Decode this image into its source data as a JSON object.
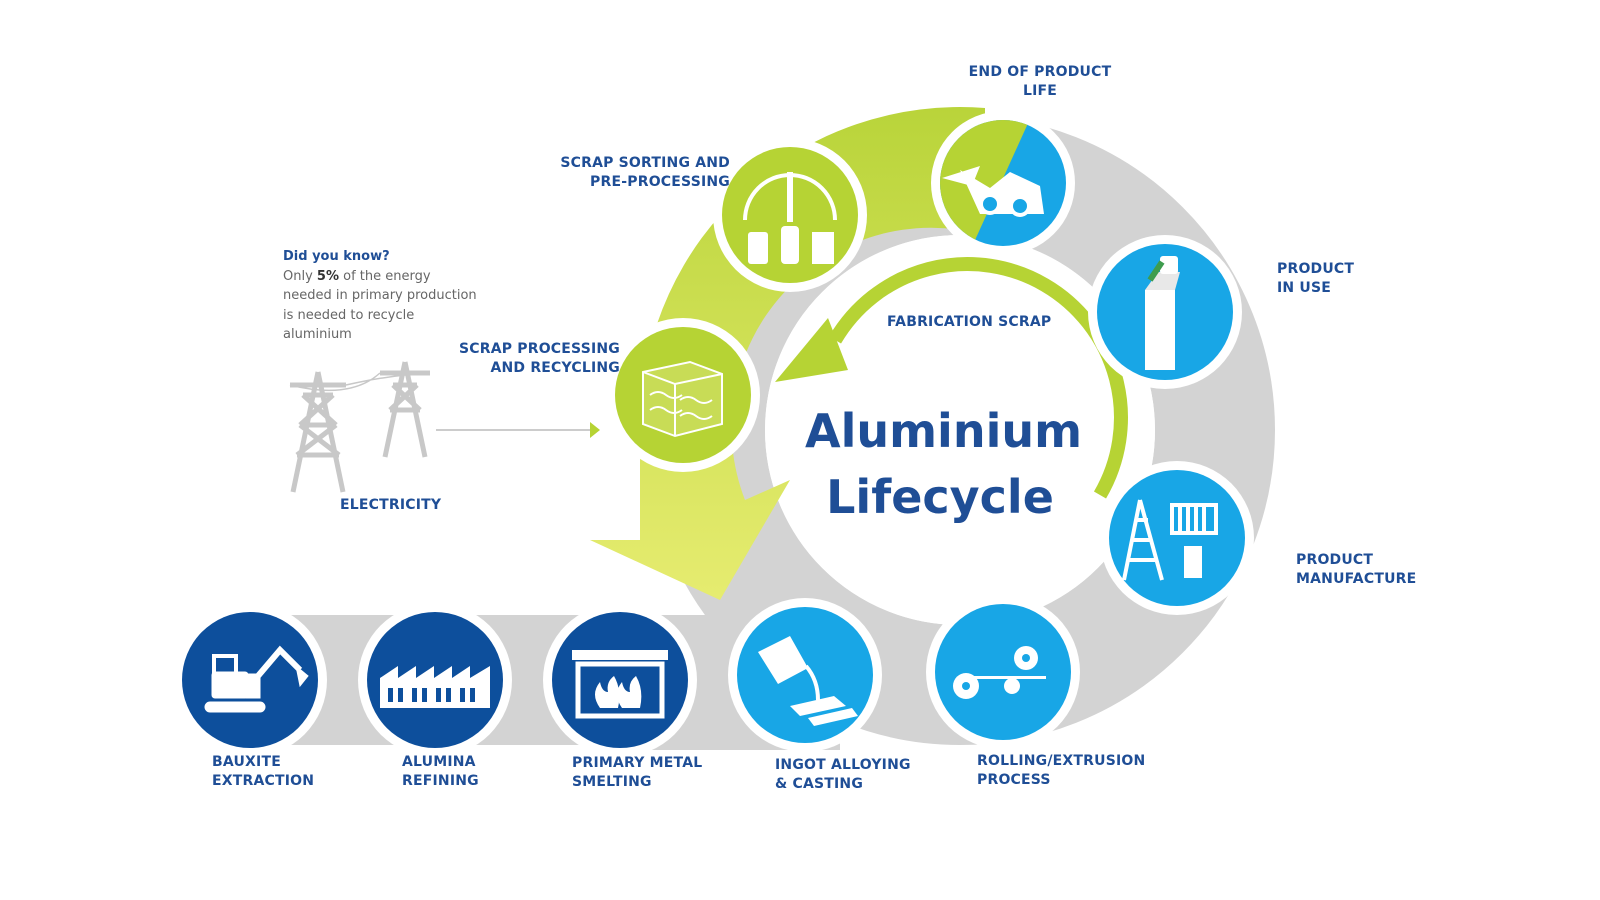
{
  "title": {
    "line1": "Aluminium",
    "line2": "Lifecycle"
  },
  "did_you_know": {
    "heading": "Did you know?",
    "pre": "Only ",
    "highlight": "5%",
    "post": " of the energy needed in primary production is needed to recycle aluminium"
  },
  "inner_arrow_label": "FABRICATION SCRAP",
  "electricity_label": "ELECTRICITY",
  "stages": [
    {
      "line1": "BAUXITE",
      "line2": "EXTRACTION",
      "icon": "excavator-icon",
      "color": "#0d4f9c"
    },
    {
      "line1": "ALUMINA",
      "line2": "REFINING",
      "icon": "factory-icon",
      "color": "#0d4f9c"
    },
    {
      "line1": "PRIMARY METAL",
      "line2": "SMELTING",
      "icon": "furnace-icon",
      "color": "#0d4f9c"
    },
    {
      "line1": "INGOT ALLOYING",
      "line2": "& CASTING",
      "icon": "ingot-pour-icon",
      "color": "#18a6e6"
    },
    {
      "line1": "ROLLING/EXTRUSION",
      "line2": "PROCESS",
      "icon": "rolling-mill-icon",
      "color": "#18a6e6"
    },
    {
      "line1": "PRODUCT",
      "line2": "MANUFACTURE",
      "icon": "ladder-radiator-icon",
      "color": "#18a6e6"
    },
    {
      "line1": "PRODUCT",
      "line2": "IN USE",
      "icon": "carton-icon",
      "color": "#18a6e6"
    },
    {
      "line1": "END OF PRODUCT",
      "line2": "LIFE",
      "icon": "scrap-collection-icon",
      "color": "#18a6e6"
    },
    {
      "line1": "SCRAP SORTING AND",
      "line2": "PRE-PROCESSING",
      "icon": "sorting-icon",
      "color": "#b6d334"
    },
    {
      "line1": "SCRAP PROCESSING",
      "line2": "AND RECYCLING",
      "icon": "scrap-bale-icon",
      "color": "#b6d334"
    }
  ],
  "colors": {
    "dark_blue": "#0d4f9c",
    "light_blue": "#18a6e6",
    "lime": "#b6d334",
    "lime_light": "#dfe86a",
    "grey": "#d3d3d3",
    "text_blue": "#1f4e96"
  }
}
